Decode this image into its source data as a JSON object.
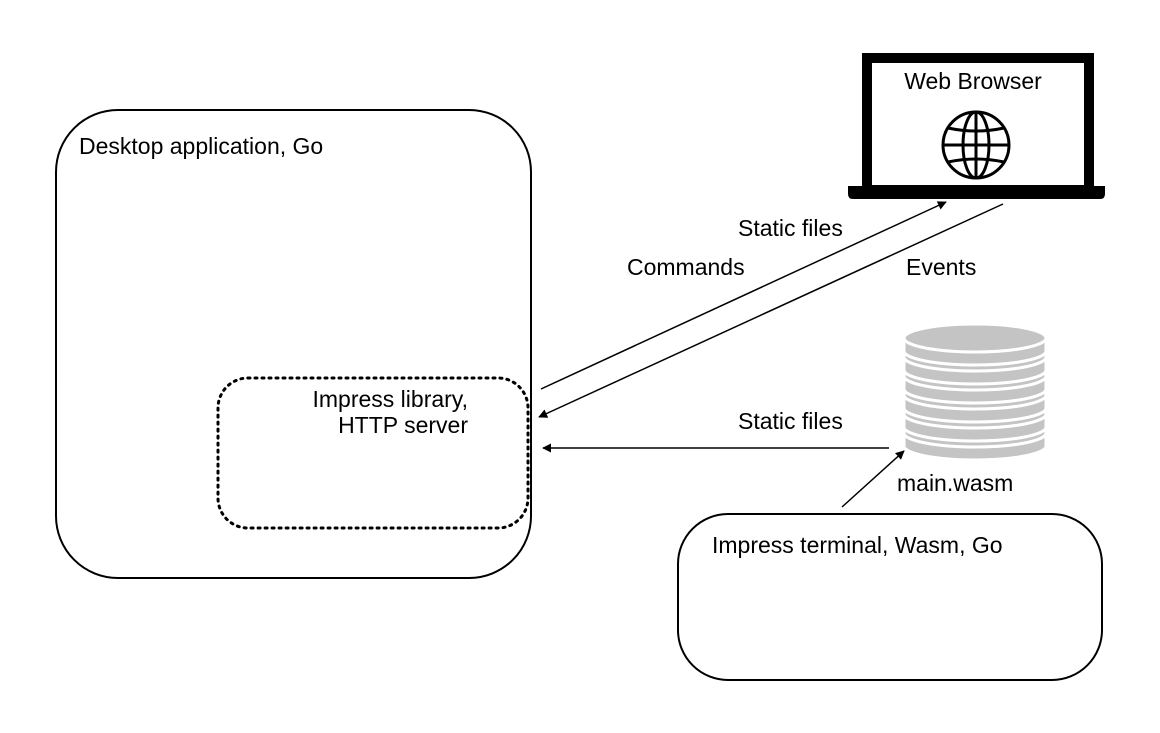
{
  "desktop": {
    "title": "Desktop application, Go"
  },
  "library": {
    "line1": "Impress library,",
    "line2": "HTTP server"
  },
  "browser": {
    "title": "Web Browser",
    "icon": "globe-icon"
  },
  "arrows": {
    "static_files_to_browser": "Static files",
    "commands": "Commands",
    "events": "Events",
    "static_files_from_storage": "Static files"
  },
  "storage": {
    "label": "main.wasm",
    "icon": "database-icon"
  },
  "terminal": {
    "title": "Impress terminal, Wasm, Go"
  },
  "colors": {
    "stroke": "#000000",
    "database": "#c4c4c4",
    "background": "#ffffff"
  }
}
